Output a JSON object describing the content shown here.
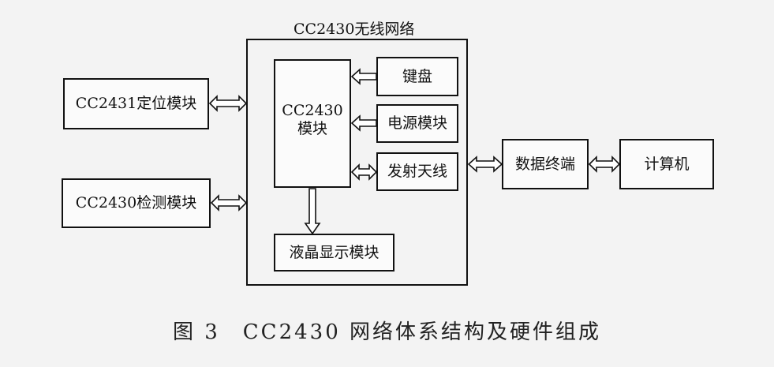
{
  "network_label": "CC2430无线网络",
  "blocks": {
    "cc2431": "CC2431定位模块",
    "cc2430_detect": "CC2430检测模块",
    "cc2430_core": "CC2430\n模块",
    "keyboard": "键盘",
    "power": "电源模块",
    "antenna": "发射天线",
    "lcd": "液晶显示模块",
    "terminal": "数据终端",
    "computer": "计算机"
  },
  "caption": "图 3　CC2430 网络体系结构及硬件组成"
}
